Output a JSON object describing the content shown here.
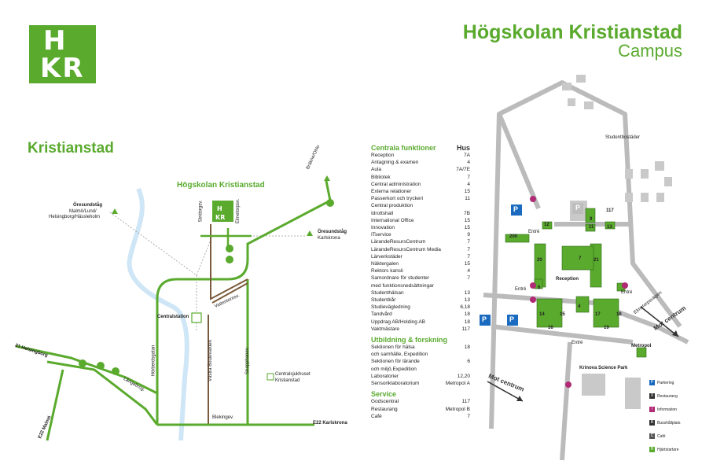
{
  "logo": {
    "row1": "H",
    "row2": "KR"
  },
  "title": {
    "main": "Högskolan Kristianstad",
    "sub": "Campus"
  },
  "city_map": {
    "heading": "Kristianstad",
    "hkr_label": "Högskolan Kristianstad",
    "places": {
      "oresund_left_title": "Öresundståg",
      "oresund_left_sub": "Malmö/Lund/",
      "oresund_left_sub2": "Helsingborg/Hässleholm",
      "oresund_right_title": "Öresundståg",
      "oresund_right_sub": "Karlskrona",
      "bromolla": "Bräkne/Ohlo",
      "centralstation": "Centralstation",
      "sjukhus": "Centralsjukhuset",
      "sjukhus2": "Kristianstad"
    },
    "roads": {
      "r21": "21 Helsingborg",
      "e22m": "E22 Malmö",
      "e22k": "E22 Karlskrona",
      "langebro": "Långebrog.",
      "hstreet": "Hörberdsgatan",
      "vboul": "Västra Boulevarden",
      "snapp": "Snapphanev.",
      "blekingev": "Blekingev.",
      "vattentorns": "Vattentornsv.",
      "stridsrg": "Stridsrgsv.",
      "elmeb": "Elmetorpsv."
    }
  },
  "functions": {
    "header": "Centrala funktioner",
    "hus_header": "Hus",
    "items": [
      {
        "name": "Reception",
        "hus": "7A"
      },
      {
        "name": "Antagning & examen",
        "hus": "4"
      },
      {
        "name": "Aula",
        "hus": "7A/7E"
      },
      {
        "name": "Bibliotek",
        "hus": "7"
      },
      {
        "name": "Central administration",
        "hus": "4"
      },
      {
        "name": "Externa relationer",
        "hus": "15"
      },
      {
        "name": "Passerkort och tryckeri\nCentral produktion",
        "hus": "11"
      },
      {
        "name": "Idrottshall",
        "hus": "7B"
      },
      {
        "name": "International Office",
        "hus": "15"
      },
      {
        "name": "Innovation",
        "hus": "15"
      },
      {
        "name": "ITservice",
        "hus": "9"
      },
      {
        "name": "LärandeResursCentrum",
        "hus": "7"
      },
      {
        "name": "LärandeResursCentrum Media",
        "hus": "7"
      },
      {
        "name": "Lärverkstäder",
        "hus": "7"
      },
      {
        "name": "Näktergalen",
        "hus": "15"
      },
      {
        "name": "Rektors kansli",
        "hus": "4"
      },
      {
        "name": "Samordnare för studenter\nmed funktionsnedsättningar",
        "hus": "7"
      },
      {
        "name": "Studenthälsan",
        "hus": "13"
      },
      {
        "name": "Studentkår",
        "hus": "13"
      },
      {
        "name": "Studievägledning",
        "hus": "6,18"
      },
      {
        "name": "Tandvård",
        "hus": "18"
      },
      {
        "name": "Uppdrag AB/Holding AB",
        "hus": "18"
      },
      {
        "name": "Vaktmästare",
        "hus": "117"
      }
    ]
  },
  "education": {
    "header": "Utbildning & forskning",
    "items": [
      {
        "name": "Sektionen för hälsa\noch samhälle, Expedition",
        "hus": "18"
      },
      {
        "name": "Sektionen för lärande\noch miljö,Expedition",
        "hus": "6"
      },
      {
        "name": "Laboratorier",
        "hus": "12,20"
      },
      {
        "name": "Sensoriklaboratorium",
        "hus": "Metropol A"
      }
    ]
  },
  "service": {
    "header": "Service",
    "items": [
      {
        "name": "Godscentral",
        "hus": "117"
      },
      {
        "name": "Restaurang",
        "hus": "Metropol B"
      },
      {
        "name": "Café",
        "hus": "7"
      }
    ]
  },
  "campus": {
    "studentbostader": "Studentbostäder",
    "reception": "Reception",
    "metropol": "Metropol",
    "krinova": "Krinova Science Park",
    "mot_centrum": "Mot centrum",
    "entre": "Entré",
    "elmetorpsv": "Elmetorpsvägen",
    "buildings": [
      "200",
      "12",
      "9",
      "11",
      "13",
      "20",
      "21",
      "7",
      "6",
      "4",
      "14",
      "15",
      "16",
      "17",
      "18",
      "19",
      "117"
    ],
    "parking": "P"
  },
  "legend": {
    "items": [
      {
        "icon": "P",
        "label": "Parkering"
      },
      {
        "icon": "X",
        "label": "Restaurang"
      },
      {
        "icon": "i",
        "label": "Information"
      },
      {
        "icon": "B",
        "label": "Busshållplats"
      },
      {
        "icon": "C",
        "label": "Café"
      },
      {
        "icon": "H",
        "label": "Hjärtstartare"
      }
    ]
  },
  "colors": {
    "brand": "#5aaa2e",
    "parking": "#1a6bc0",
    "info": "#b02a74",
    "river": "#cfe6f6"
  }
}
